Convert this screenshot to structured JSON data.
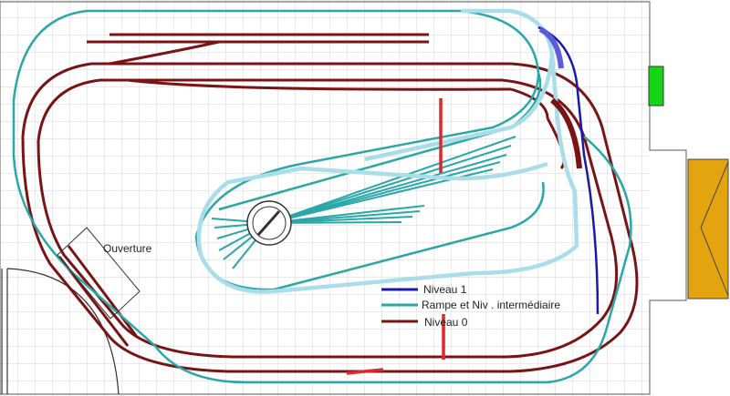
{
  "plan": {
    "opening_label": "Ouverture"
  },
  "legend": {
    "items": [
      {
        "label": "Niveau 1",
        "color": "#1a1aa6"
      },
      {
        "label": "Rampe et Niv . intermédiaire",
        "color": "#2aa7a7"
      },
      {
        "label": "Niveau 0",
        "color": "#7a1414"
      }
    ]
  },
  "colors": {
    "grid": "#d6d6d6",
    "level0": "#7a1414",
    "ramp": "#2aa7a7",
    "ramp_light": "#a9dde9",
    "level1": "#1a1aa6",
    "level1_light": "#5c5cd6",
    "marker_red": "#e0262b",
    "green_box": "#17d417",
    "orange_box": "#e3a410",
    "wall": "#777777"
  }
}
